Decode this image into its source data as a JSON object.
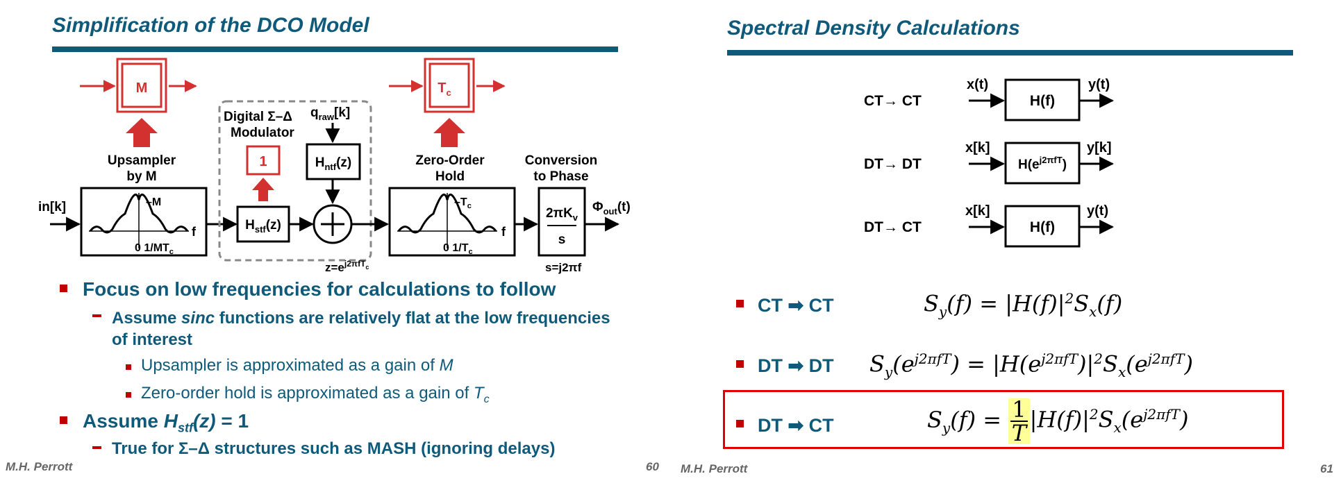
{
  "slide1": {
    "title": "Simplification of the DCO Model",
    "diagram": {
      "M_block": "M",
      "Tc_block": "T",
      "Tc_sub": "c",
      "one_block": "1",
      "digital_label": "Digital Σ–Δ",
      "modulator_label": "Modulator",
      "qraw_main": "q",
      "qraw_sub": "raw",
      "qraw_tail": "[k]",
      "hntf_main": "H",
      "hntf_sub": "ntf",
      "hntf_tail": "(z)",
      "hstf_main": "H",
      "hstf_sub": "stf",
      "hstf_tail": "(z)",
      "upsampler_line1": "Upsampler",
      "upsampler_line2": "by M",
      "zoh_line1": "Zero-Order",
      "zoh_line2": "Hold",
      "conv_line1": "Conversion",
      "conv_line2": "to Phase",
      "input_label": "in[k]",
      "sinc1_peak": "M",
      "sinc1_axis": "0  1/MT",
      "sinc1_axis_sub": "c",
      "sinc_f": "f",
      "sinc2_peak": "T",
      "sinc2_peak_sub": "c",
      "sinc2_axis": "0  1/T",
      "sinc2_axis_sub": "c",
      "conv_num": "2πK",
      "conv_num_sub": "v",
      "conv_den": "s",
      "phi_main": "Φ",
      "phi_sub": "out",
      "phi_tail": "(t)",
      "z_eq_main": "z=e",
      "z_eq_sup": "j2πfT",
      "z_eq_sup_sub": "c",
      "s_eq": "s=j2πf"
    },
    "bullets": {
      "b1": "Focus on low frequencies for calculations to follow",
      "b1_1_pre": "Assume ",
      "b1_1_em": "sinc",
      "b1_1_post": " functions are relatively flat at the low frequencies of interest",
      "b1_1_1_pre": "Upsampler is approximated as a gain of ",
      "b1_1_1_em": "M",
      "b1_1_2_pre": "Zero-order hold is approximated as a gain of ",
      "b1_1_2_em": "T",
      "b1_1_2_sub": "c",
      "b2_pre": "Assume ",
      "b2_em": "H",
      "b2_sub": "stf",
      "b2_em2": "(z)",
      "b2_post": " = 1",
      "b2_1": "True for Σ–Δ structures such as MASH (ignoring delays)"
    },
    "footer_author": "M.H. Perrott",
    "page_number": "60"
  },
  "slide2": {
    "title": "Spectral Density Calculations",
    "rows": [
      {
        "label": "CT→ CT",
        "in": "x(t)",
        "block": "H(f)",
        "block_sup": "",
        "block_tail": "",
        "out": "y(t)"
      },
      {
        "label": "DT→ DT",
        "in": "x[k]",
        "block": "H(e",
        "block_sup": "j2πfT",
        "block_tail": ")",
        "out": "y[k]"
      },
      {
        "label": "DT→ CT",
        "in": "x[k]",
        "block": "H(f)",
        "block_sup": "",
        "block_tail": "",
        "out": "y(t)"
      }
    ],
    "equations": [
      {
        "label": "CT ➡ CT"
      },
      {
        "label": "DT ➡ DT"
      },
      {
        "label": "DT ➡ CT"
      }
    ],
    "footer_author": "M.H. Perrott",
    "page_number": "61"
  },
  "colors": {
    "title_blue": "#0f5a7a",
    "red": "#c00000",
    "block_red": "#d33030",
    "highlight": "#ffff99"
  }
}
